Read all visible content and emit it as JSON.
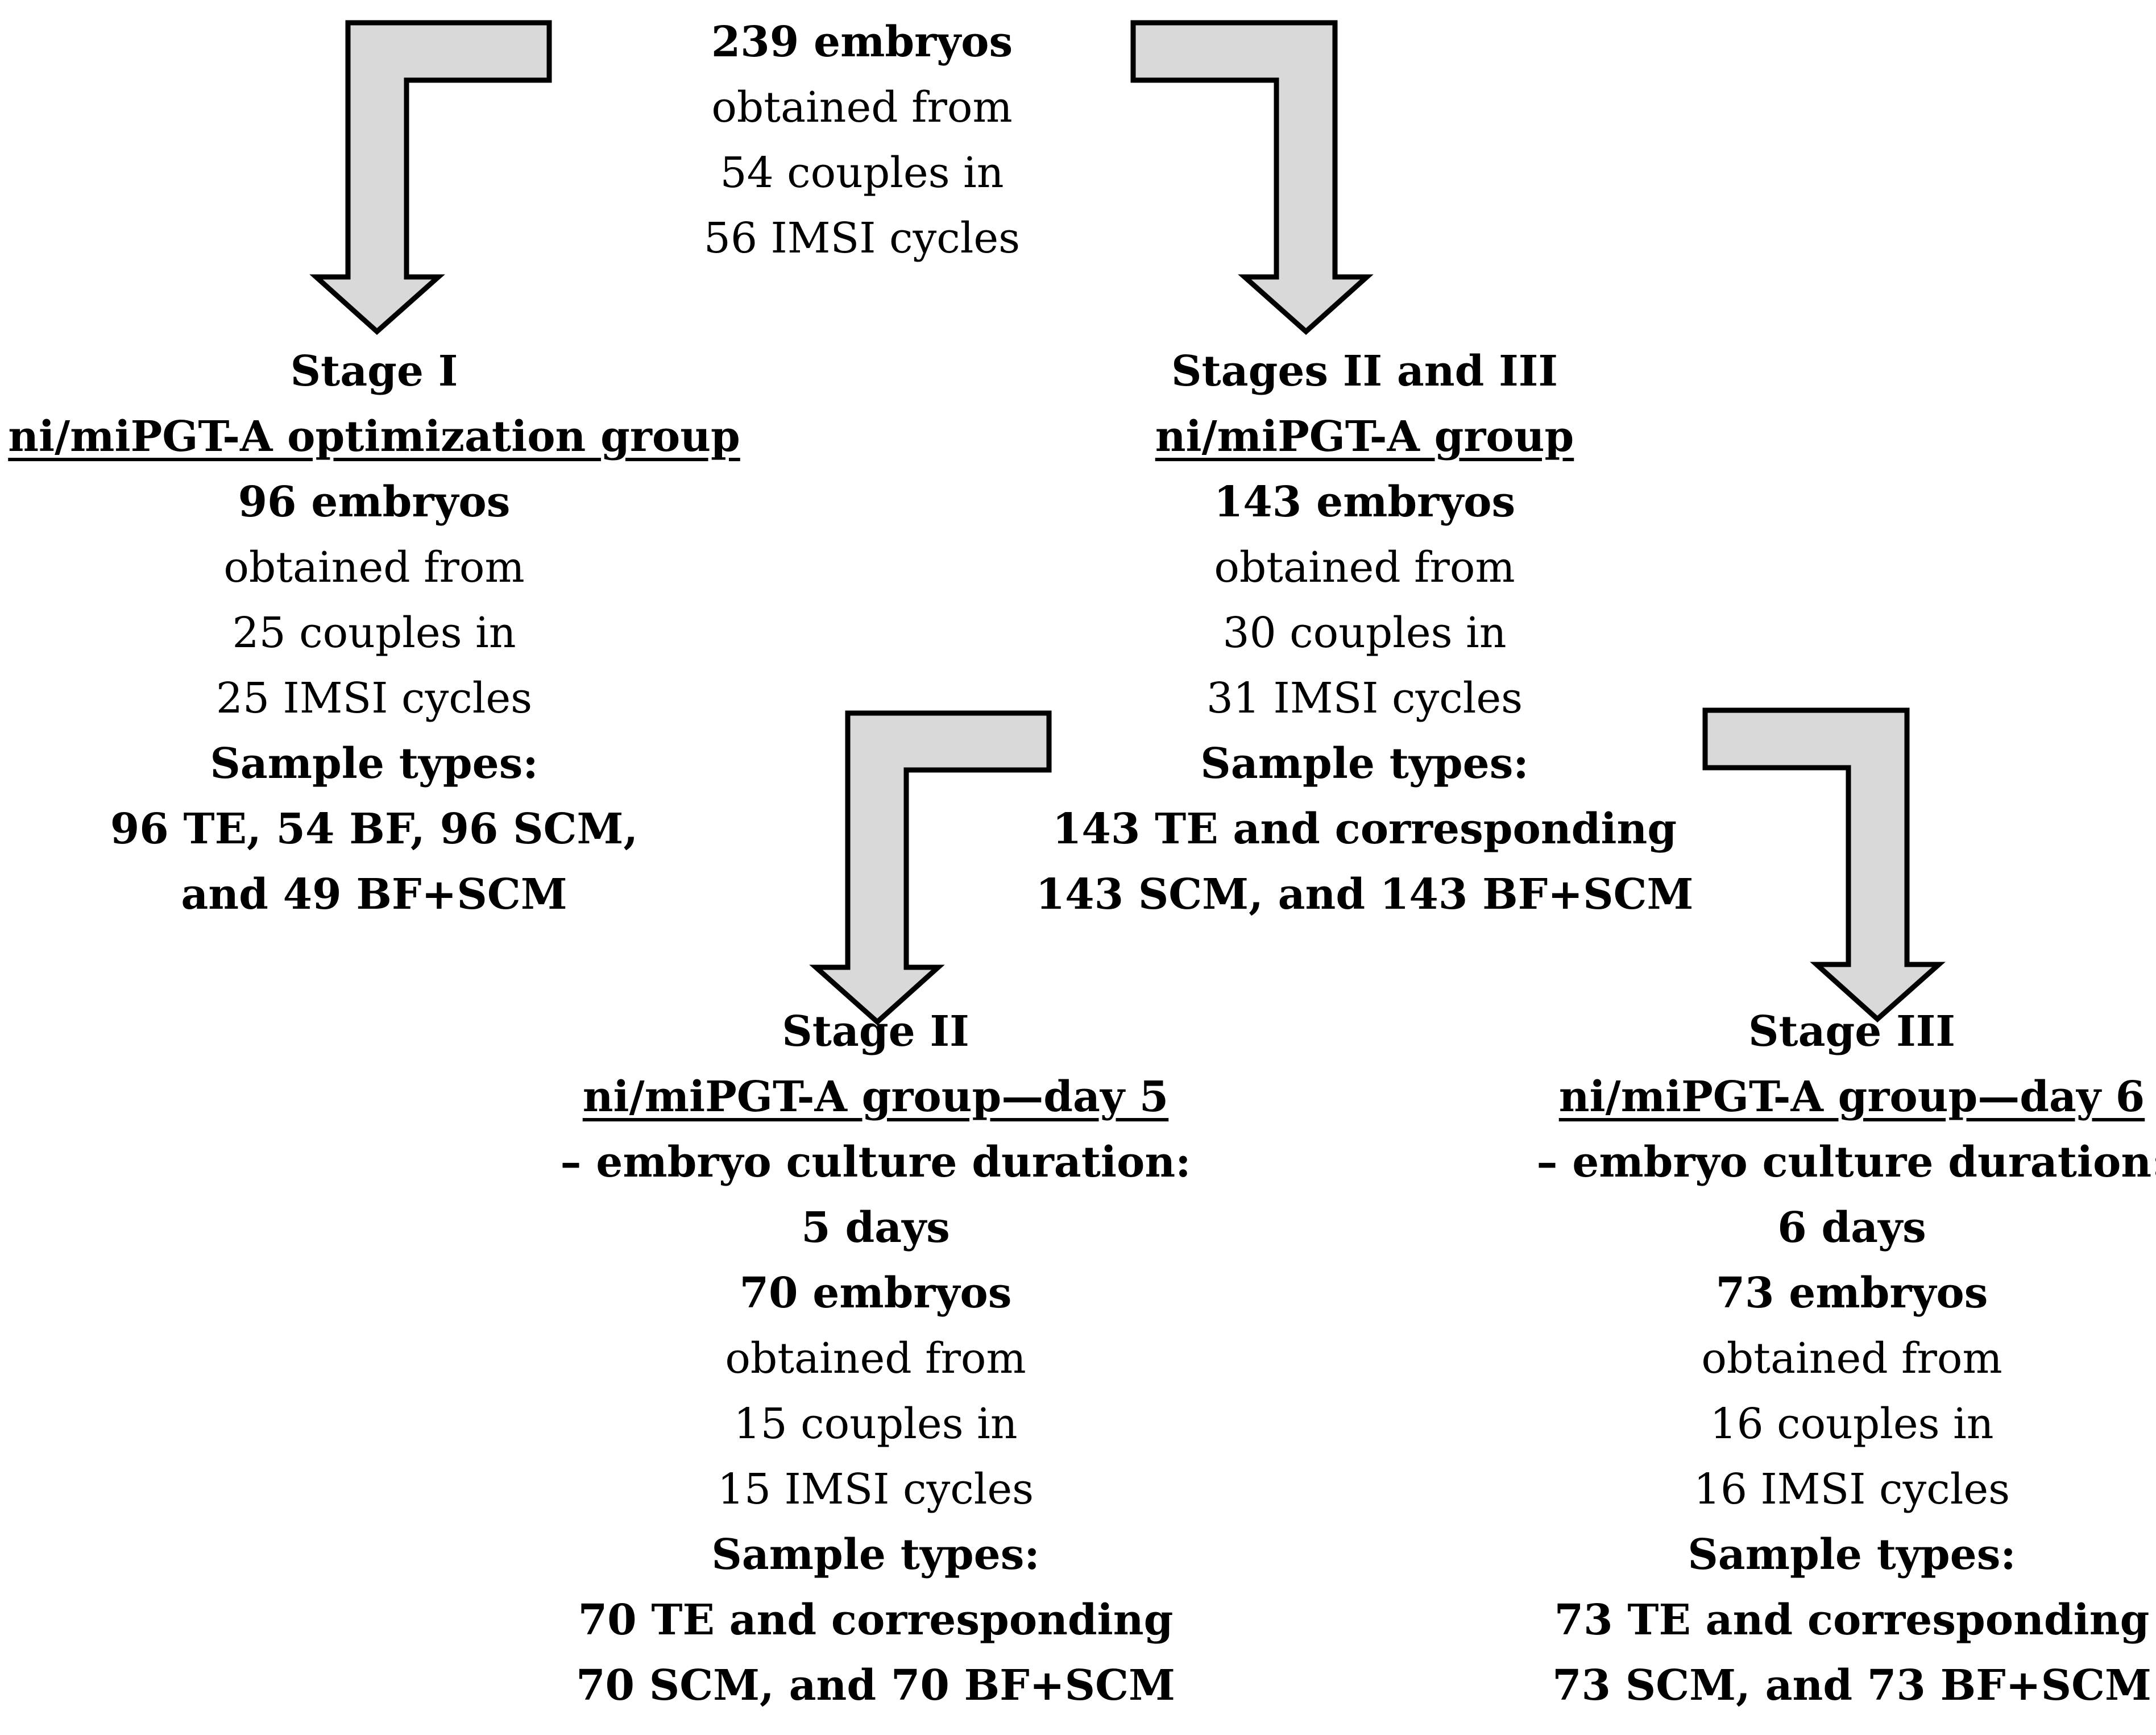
{
  "root": {
    "count": "239 embryos",
    "line1": "obtained from",
    "line2": "54 couples in",
    "line3": "56 IMSI cycles"
  },
  "stage1": {
    "title": "Stage I",
    "group": "ni/miPGT-A optimization group",
    "count": "96 embryos",
    "line1": "obtained from",
    "line2": "25 couples in",
    "line3": "25 IMSI cycles",
    "samples_label": "Sample types:",
    "samples_1": "96 TE, 54 BF, 96 SCM,",
    "samples_2": "and 49 BF+SCM"
  },
  "stage23": {
    "title": "Stages II and III",
    "group": "ni/miPGT-A group",
    "count": "143 embryos",
    "line1": "obtained from",
    "line2": "30 couples in",
    "line3": "31 IMSI cycles",
    "samples_label": "Sample types:",
    "samples_1": "143 TE and corresponding",
    "samples_2": "143 SCM, and 143 BF+SCM"
  },
  "stage2": {
    "title": "Stage II",
    "group": "ni/miPGT-A group—day 5",
    "duration_1": "– embryo culture duration:",
    "duration_2": "5 days",
    "count": "70 embryos",
    "line1": "obtained from",
    "line2": "15 couples in",
    "line3": "15 IMSI cycles",
    "samples_label": "Sample types:",
    "samples_1": "70 TE and corresponding",
    "samples_2": "70 SCM, and 70 BF+SCM"
  },
  "stage3": {
    "title": "Stage III",
    "group": "ni/miPGT-A group—day 6",
    "duration_1": "– embryo culture duration:",
    "duration_2": "6 days",
    "count": "73 embryos",
    "line1": "obtained from",
    "line2": "16 couples in",
    "line3": "16 IMSI cycles",
    "samples_label": "Sample types:",
    "samples_1": "73 TE and corresponding",
    "samples_2": "73 SCM, and 73 BF+SCM"
  },
  "colors": {
    "arrow_fill": "#d9d9d9",
    "arrow_stroke": "#000000",
    "text": "#000000"
  }
}
